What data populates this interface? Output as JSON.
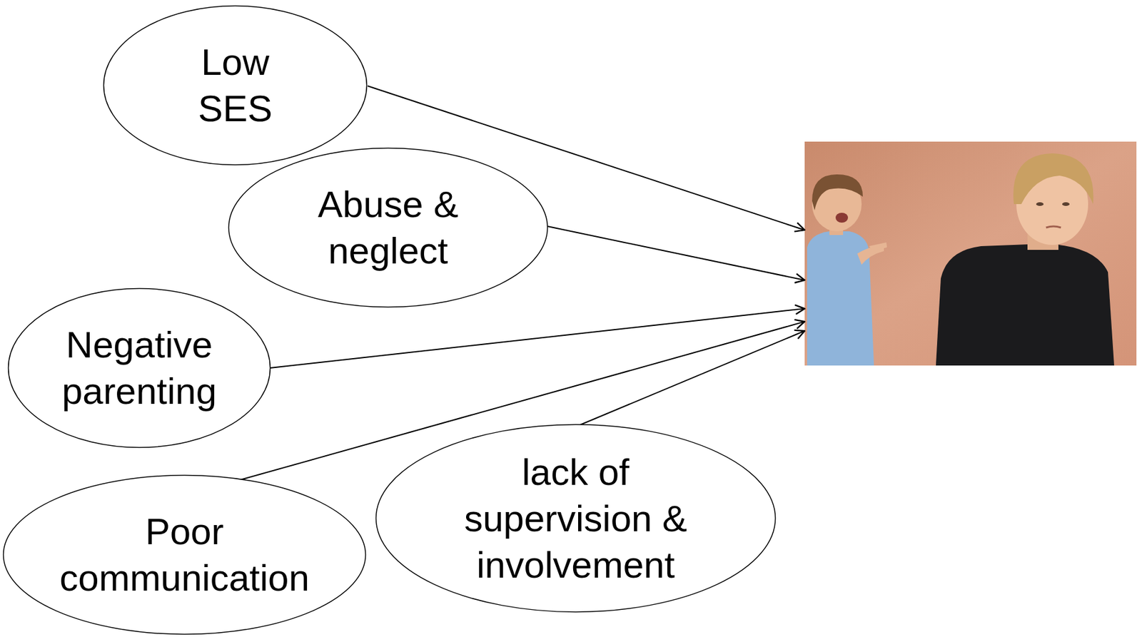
{
  "diagram": {
    "nodes": [
      {
        "text": [
          "Low SES"
        ]
      },
      {
        "text": [
          "Abuse & neglect"
        ]
      },
      {
        "text": [
          "Negative parenting"
        ]
      },
      {
        "text": [
          "Poor communication"
        ]
      },
      {
        "text": [
          "lack of supervision & involvement"
        ]
      }
    ]
  }
}
